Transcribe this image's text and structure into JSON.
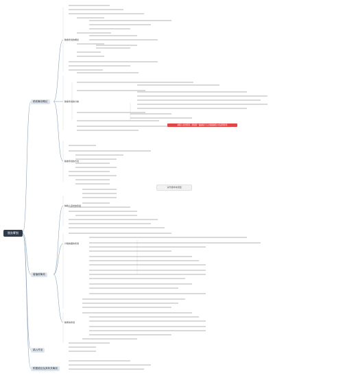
{
  "root": {
    "label": "税务筹划"
  },
  "sections": [
    {
      "label": "税收筹划概论",
      "subs": [
        "税收筹划的概念",
        "税收筹划的分类",
        "税收筹划的方法"
      ]
    },
    {
      "label": "增值税筹划",
      "subs": [
        "纳税人身份的筹划",
        "计税依据的筹划",
        "税率的筹划"
      ]
    },
    {
      "label": "纳入作业",
      "subs": []
    },
    {
      "label": "附属税目及其有关筹划",
      "subs": []
    }
  ],
  "highlight": {
    "label": "纳税人身份筹划：增值税一般纳税人与小规模纳税人的选择筹划"
  },
  "watermark": {
    "label": "请尽量参考原图"
  }
}
